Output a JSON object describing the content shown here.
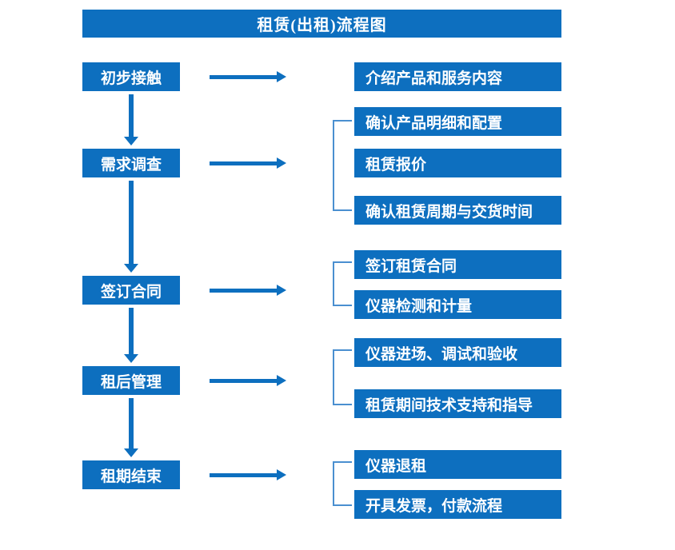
{
  "title": "租赁(出租)流程图",
  "colors": {
    "box_fill": "#0d6fbf",
    "box_text": "#ffffff",
    "arrow": "#0d6fbf",
    "bracket": "#4a8fd0",
    "background": "#ffffff"
  },
  "stages": [
    {
      "label": "初步接触"
    },
    {
      "label": "需求调查"
    },
    {
      "label": "签订合同"
    },
    {
      "label": "租后管理"
    },
    {
      "label": "租期结束"
    }
  ],
  "details": [
    {
      "label": "介绍产品和服务内容"
    },
    {
      "label": "确认产品明细和配置"
    },
    {
      "label": "租赁报价"
    },
    {
      "label": "确认租赁周期与交货时间"
    },
    {
      "label": "签订租赁合同"
    },
    {
      "label": "仪器检测和计量"
    },
    {
      "label": "仪器进场、调试和验收"
    },
    {
      "label": "租赁期间技术支持和指导"
    },
    {
      "label": "仪器退租"
    },
    {
      "label": "开具发票，付款流程"
    }
  ],
  "icons": {
    "right_arrow": "right-arrow-icon",
    "down_arrow": "down-arrow-icon",
    "bracket": "group-bracket-icon"
  }
}
